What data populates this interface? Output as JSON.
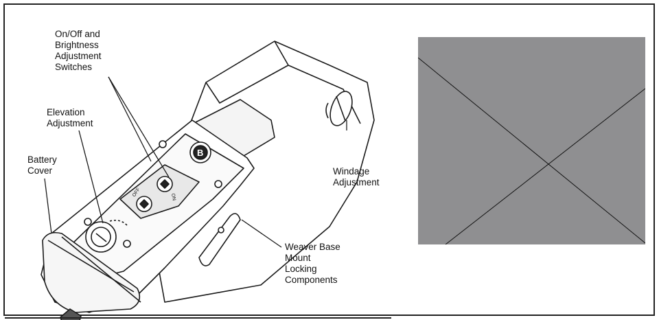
{
  "labels": {
    "on_off": "On/Off and\nBrightness\nAdjustment\nSwitches",
    "elevation": "Elevation\nAdjustment",
    "battery": "Battery\nCover",
    "windage": "Windage\nAdjustment",
    "weaver": "Weaver Base\nMount\nLocking\nComponents"
  },
  "switch_text": {
    "off": "OFF",
    "on": "ON"
  },
  "colors": {
    "placeholder_fill": "#8f8f91",
    "line": "#1a1a1a"
  }
}
